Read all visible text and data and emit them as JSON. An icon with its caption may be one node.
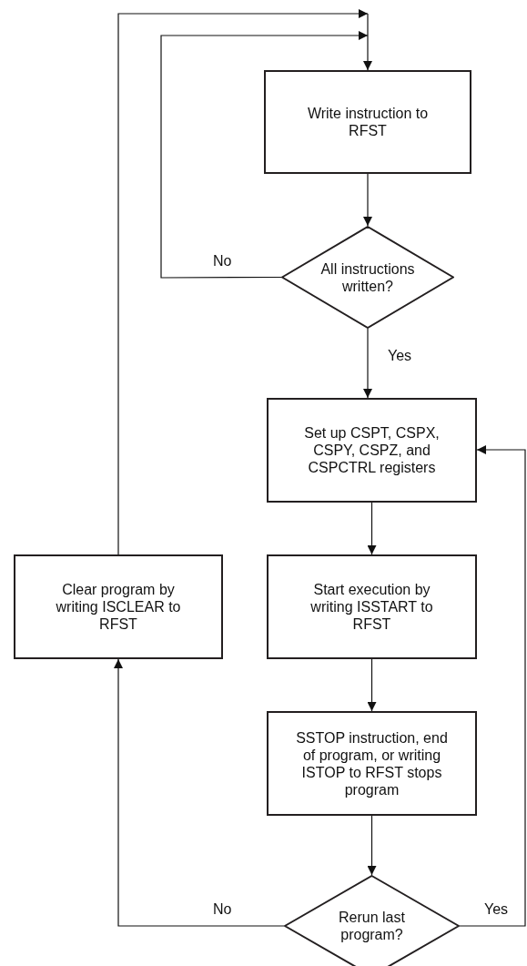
{
  "diagram": {
    "nodes": [
      {
        "text": [
          "Write instruction to RFST"
        ]
      },
      {
        "text": [
          "All instructions written?"
        ]
      },
      {
        "text": [
          "Set up CSPT, CSPX, CSPY, CSPZ, and CSPCTRL registers"
        ]
      },
      {
        "text": [
          "Start execution by writing ISSTART to RFST"
        ]
      },
      {
        "text": [
          "SSTOP instruction, end of program, or writing ISTOP to RFST stops program"
        ]
      },
      {
        "text": [
          "Rerun last program?"
        ]
      },
      {
        "text": [
          "Clear program by writing ISCLEAR to RFST"
        ]
      }
    ],
    "edges": [
      {
        "from": 0,
        "to": 1,
        "arrow": "to"
      },
      {
        "from": 1,
        "to": 0,
        "arrow": "to",
        "label": "No"
      },
      {
        "from": 1,
        "to": 2,
        "arrow": "to",
        "label": "Yes"
      },
      {
        "from": 2,
        "to": 3,
        "arrow": "to"
      },
      {
        "from": 3,
        "to": 4,
        "arrow": "to"
      },
      {
        "from": 4,
        "to": 5,
        "arrow": "to"
      },
      {
        "from": 5,
        "to": 6,
        "arrow": "to",
        "label": "No"
      },
      {
        "from": 5,
        "to": 2,
        "arrow": "to",
        "label": "Yes"
      },
      {
        "from": 6,
        "to": 0,
        "arrow": "to"
      }
    ]
  }
}
